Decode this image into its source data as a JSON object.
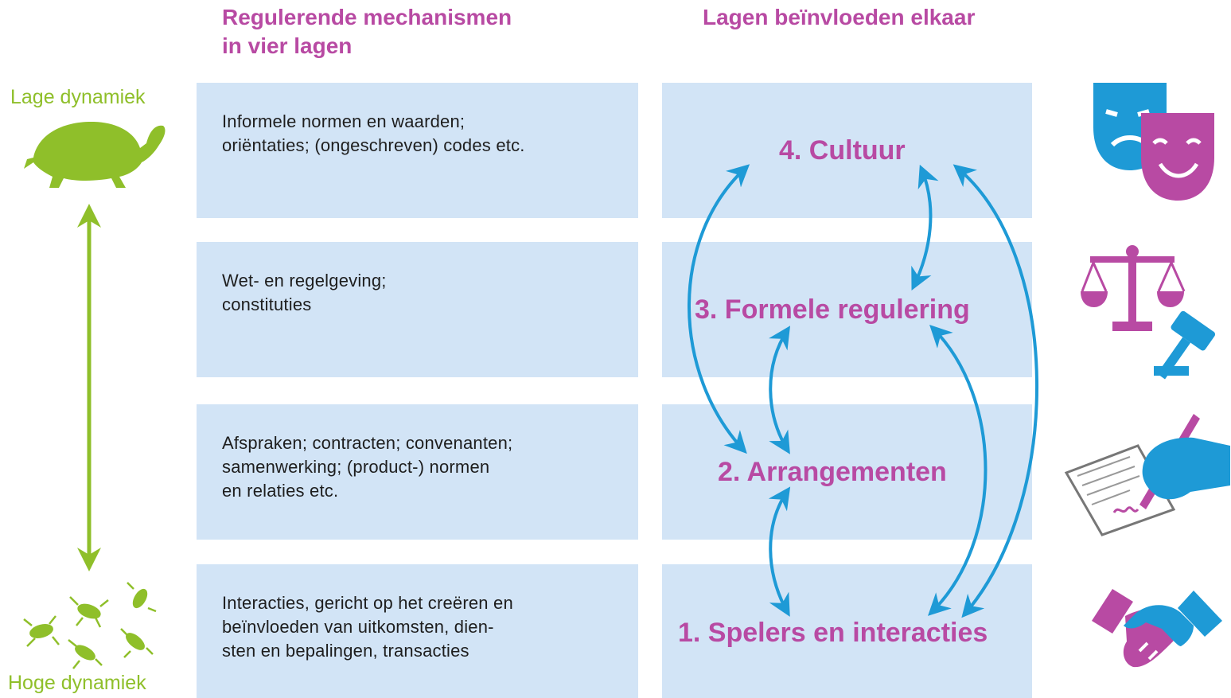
{
  "headers": {
    "mechanisms": "Regulerende mechanismen\nin vier lagen",
    "influence": "Lagen beïnvloeden elkaar"
  },
  "dynamics": {
    "low": "Lage dynamiek",
    "high": "Hoge dynamiek"
  },
  "layers": [
    {
      "description": "Informele normen en waarden;\noriëntaties; (ongeschreven) codes etc.",
      "label": "4. Cultuur",
      "icon": "theater-masks-icon"
    },
    {
      "description": "Wet- en regelgeving;\nconstituties",
      "label": "3. Formele regulering",
      "icon": "scales-gavel-icon"
    },
    {
      "description": "Afspraken; contracten; convenanten;\nsamenwerking; (product-) normen\nen relaties etc.",
      "label": "2. Arrangementen",
      "icon": "signing-contract-icon"
    },
    {
      "description": "Interacties, gericht op het creëren en\nbeïnvloeden van uitkomsten, dien-\nsten en bepalingen, transacties",
      "label": "1. Spelers en interacties",
      "icon": "handshake-icon"
    }
  ],
  "colors": {
    "accent_magenta": "#b84aa3",
    "accent_green": "#8fbf2a",
    "arrow_blue": "#1e9ad6",
    "box_fill": "#d2e4f6",
    "icon_blue": "#1e9ad6"
  }
}
